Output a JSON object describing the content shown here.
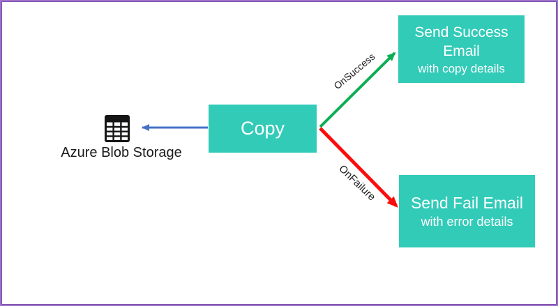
{
  "diagram": {
    "source": {
      "label": "Azure Blob Storage",
      "icon": "table-storage-icon"
    },
    "copy_activity": {
      "label": "Copy"
    },
    "success_activity": {
      "title": "Send Success Email",
      "subtitle": "with copy details"
    },
    "fail_activity": {
      "title": "Send Fail Email",
      "subtitle": "with error details"
    },
    "edges": {
      "success": {
        "label": "OnSuccess"
      },
      "failure": {
        "label": "OnFailure"
      }
    },
    "colors": {
      "activity_teal": "#32CBB8",
      "arrow_success_green": "#0CAE54",
      "arrow_failure_red": "#FB0D0D",
      "arrow_dataset_blue": "#4472C4",
      "frame_purple": "#9E74CA",
      "frame_purple_inner": "#7C4BAD",
      "icon_black": "#151515",
      "text_dark": "#1A1A1A",
      "text_white": "#FFFFFF"
    }
  }
}
